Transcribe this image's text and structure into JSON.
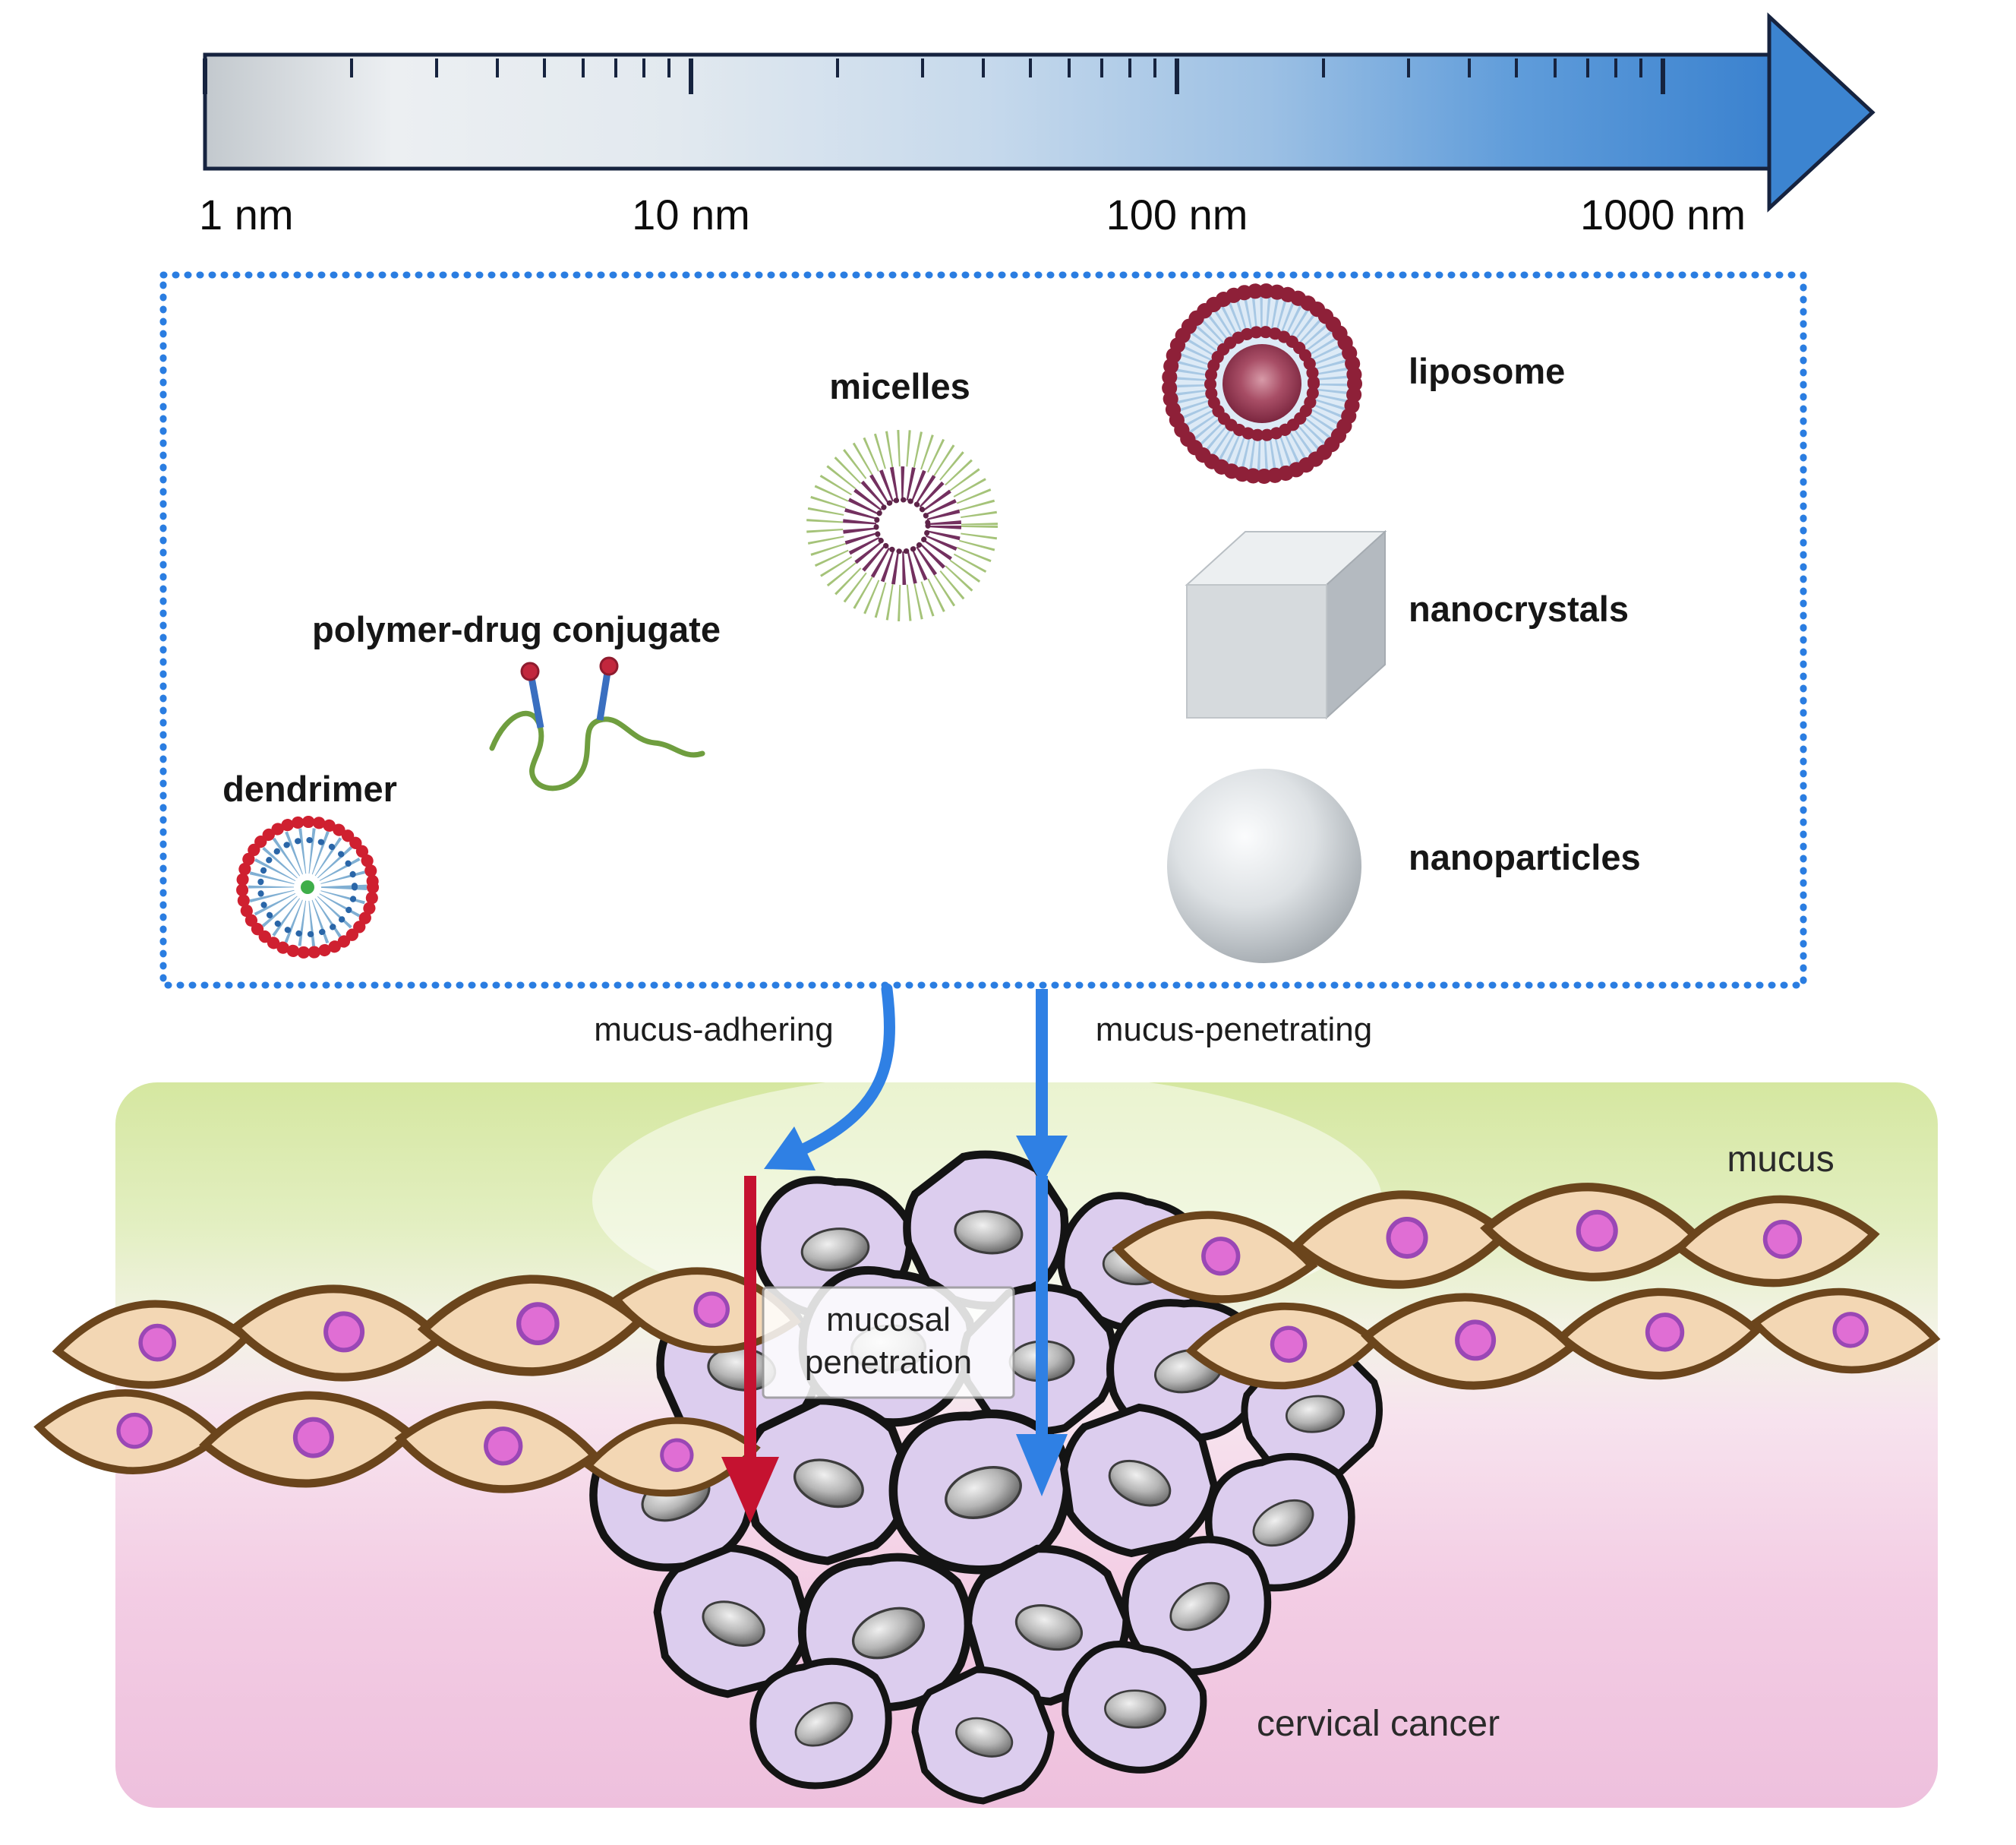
{
  "scale_bar": {
    "tick_labels": [
      "1 nm",
      "10 nm",
      "100 nm",
      "1000 nm"
    ]
  },
  "nanocarriers": {
    "dendrimer_label": "dendrimer",
    "polymer_drug_conjugate_label": "polymer-drug conjugate",
    "micelles_label": "micelles",
    "liposome_label": "liposome",
    "nanocrystals_label": "nanocrystals",
    "nanoparticles_label": "nanoparticles"
  },
  "pathways": {
    "mucus_adhering_label": "mucus-adhering",
    "mucus_penetrating_label": "mucus-penetrating"
  },
  "tissue": {
    "mucus_label": "mucus",
    "mucosal_penetration_lines": [
      "mucosal",
      "penetration"
    ],
    "cervical_cancer_label": "cervical cancer"
  },
  "colors": {
    "arrow_blue": "#2f80e4",
    "arrow_red": "#c51230",
    "box_border_blue": "#2a7de1",
    "scale_arrow_blue": "#3b82cf",
    "mucus_green": "#d5e7a0",
    "tissue_pink": "#eec0dd",
    "epithelial_tan": "#f3d7b4",
    "epithelial_outline_brown": "#6b451c",
    "epithelial_nucleus_pink": "#e06ed4",
    "cancer_cell_purple": "#dccdee",
    "cancer_cell_outline": "#141414",
    "liposome_maroon": "#8e2038",
    "micelle_purple": "#73305f",
    "micelle_green": "#9bbd6a"
  }
}
